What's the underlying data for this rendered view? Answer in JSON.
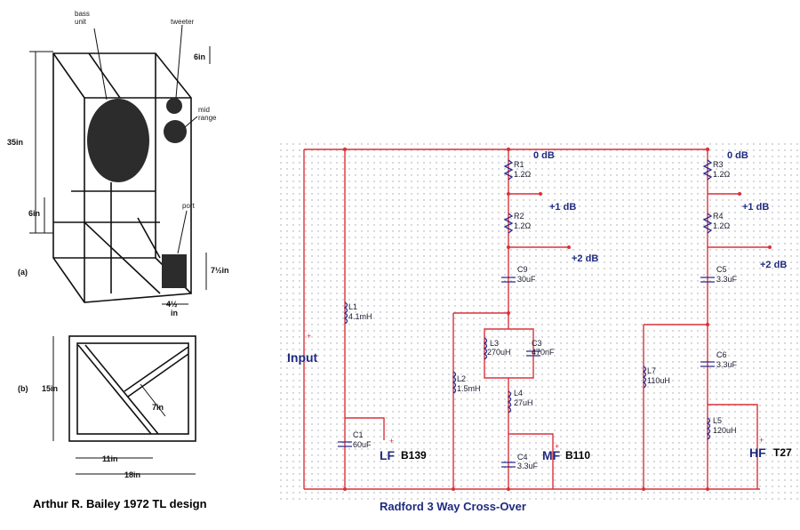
{
  "drawing": {
    "labels": {
      "bass_unit": [
        "bass",
        "unit"
      ],
      "tweeter": "tweeter",
      "mid_range": [
        "mid",
        "range"
      ],
      "port": "port",
      "a": "(a)",
      "b": "(b)"
    },
    "dims": {
      "h35": "35in",
      "w6top": "6in",
      "w6left": "6in",
      "p7h": "7½in",
      "p4h": [
        "4½",
        "in"
      ],
      "b15": "15in",
      "b7": "7in",
      "b11": "11in",
      "b18": "18in"
    },
    "caption": "Arthur R. Bailey 1972 TL design"
  },
  "schematic": {
    "caption": "Radford 3 Way Cross-Over",
    "db": {
      "mid_0": "0 dB",
      "mid_1": "+1 dB",
      "mid_2": "+2 dB",
      "hf_0": "0 dB",
      "hf_1": "+1 dB",
      "hf_2": "+2 dB"
    },
    "outputs": {
      "input": "Input",
      "lf": "LF",
      "lf_model": "B139",
      "mf": "MF",
      "mf_model": "B110",
      "hf": "HF",
      "hf_model": "T27",
      "plus": "+"
    },
    "components": {
      "R1": [
        "R1",
        "1.2Ω"
      ],
      "R2": [
        "R2",
        "1.2Ω"
      ],
      "C9": [
        "C9",
        "30uF"
      ],
      "L3": [
        "L3",
        "270uH"
      ],
      "C3": [
        "C3",
        "470nF"
      ],
      "L4": [
        "L4",
        "27uH"
      ],
      "C4": [
        "C4",
        "3.3uF"
      ],
      "L2": [
        "L2",
        "1.5mH"
      ],
      "L1": [
        "L1",
        "4.1mH"
      ],
      "C1": [
        "C1",
        "60uF"
      ],
      "R3": [
        "R3",
        "1.2Ω"
      ],
      "R4": [
        "R4",
        "1.2Ω"
      ],
      "C5": [
        "C5",
        "3.3uF"
      ],
      "C6": [
        "C6",
        "3.3uF"
      ],
      "L5": [
        "L5",
        "120uH"
      ],
      "L7": [
        "L7",
        "110uH"
      ]
    }
  }
}
